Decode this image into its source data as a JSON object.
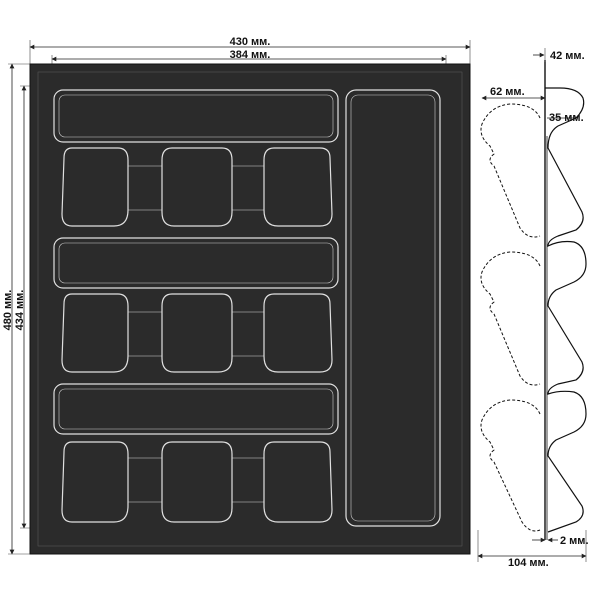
{
  "dimensions": {
    "outer_width": "430 мм.",
    "inner_width": "384 мм.",
    "outer_height": "480 мм.",
    "inner_height": "434 мм.",
    "profile_top_width": "42 мм.",
    "profile_slot": "62 мм.",
    "profile_depth": "35 мм.",
    "profile_thickness": "2 мм.",
    "profile_total_height": "104 мм."
  },
  "colors": {
    "tray": "#2b2b2b",
    "outline": "#e0e0e0",
    "line": "#111111"
  }
}
